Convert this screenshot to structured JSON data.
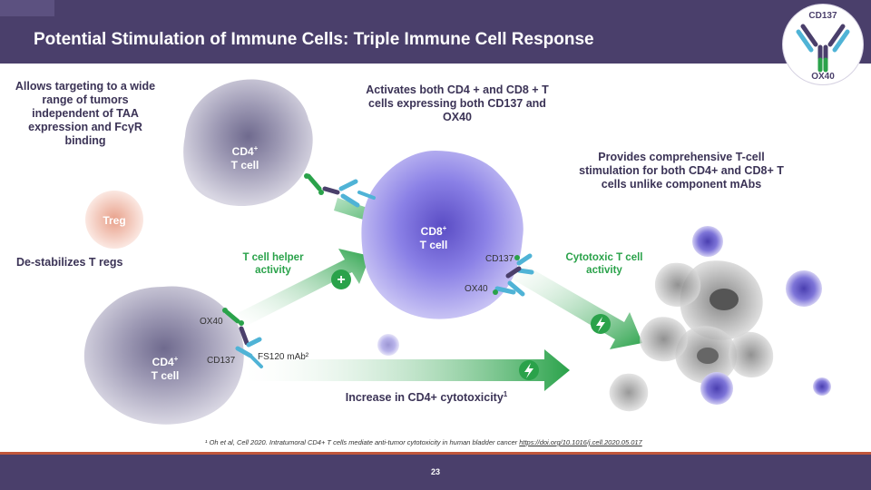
{
  "slide": {
    "title": "Potential Stimulation of Immune Cells: Triple Immune Cell Response",
    "page_number": "23"
  },
  "logo": {
    "top_label": "CD137",
    "bottom_label": "OX40"
  },
  "annotations": {
    "targeting": "Allows targeting to a wide range of tumors independent of TAA expression and FcγR binding",
    "activates": "Activates both CD4 + and CD8 + T cells expressing both CD137 and OX40",
    "provides": "Provides comprehensive T-cell stimulation for both CD4+ and CD8+ T cells unlike component mAbs",
    "destabilizes": "De-stabilizes T regs",
    "helper": "T cell helper activity",
    "cytotoxic": "Cytotoxic T cell activity",
    "increase": "Increase in CD4+ cytotoxicity",
    "increase_sup": "1"
  },
  "cells": {
    "cd4_top": {
      "name": "CD4",
      "sup": "+",
      "sub": "T cell"
    },
    "cd8": {
      "name": "CD8",
      "sup": "+",
      "sub": "T cell"
    },
    "cd4_bottom": {
      "name": "CD4",
      "sup": "+",
      "sub": "T cell"
    },
    "treg": "Treg"
  },
  "receptor_labels": {
    "cd137_cd8": "CD137",
    "ox40_cd8": "OX40",
    "ox40_cd4": "OX40",
    "cd137_cd4": "CD137",
    "antibody": "FS120 mAb²"
  },
  "footer": {
    "reference": "¹ Oh et al, Cell 2020. Intratumoral CD4+ T cells mediate anti-tumor cytotoxicity in human bladder cancer ",
    "link": "https://doi.org/10.1016/j.cell.2020.05.017"
  },
  "colors": {
    "header": "#4a3f6b",
    "accent_green": "#2aa24a",
    "footer_line": "#c0563b"
  }
}
